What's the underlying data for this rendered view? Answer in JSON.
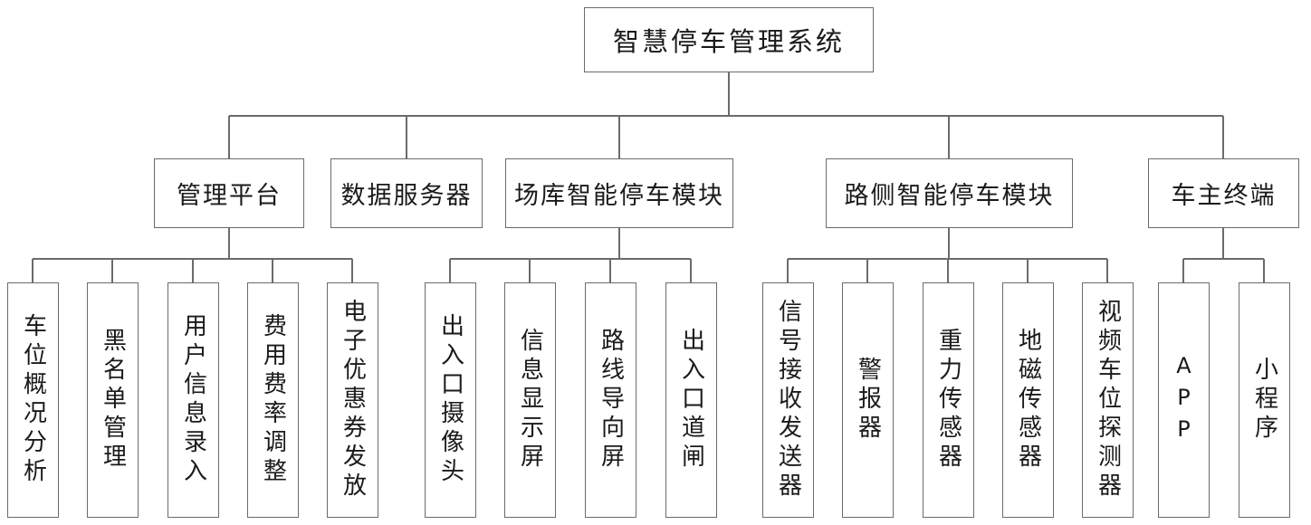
{
  "diagram": {
    "title": "智慧停车管理系统",
    "style": {
      "box_border": "#6b6b6b",
      "line": "#6b6b6b",
      "background": "#ffffff",
      "text": "#1a1a1a"
    },
    "root": {
      "label": "智慧停车管理系统"
    },
    "branches": [
      {
        "label": "管理平台",
        "children": [
          {
            "label": "车位概况分析"
          },
          {
            "label": "黑名单管理"
          },
          {
            "label": "用户信息录入"
          },
          {
            "label": "费用费率调整"
          },
          {
            "label": "电子优惠券发放"
          }
        ]
      },
      {
        "label": "数据服务器",
        "children": []
      },
      {
        "label": "场库智能停车模块",
        "children": [
          {
            "label": "出入口摄像头"
          },
          {
            "label": "信息显示屏"
          },
          {
            "label": "路线导向屏"
          },
          {
            "label": "出入口道闸"
          }
        ]
      },
      {
        "label": "路侧智能停车模块",
        "children": [
          {
            "label": "信号接收发送器"
          },
          {
            "label": "警报器"
          },
          {
            "label": "重力传感器"
          },
          {
            "label": "地磁传感器"
          },
          {
            "label": "视频车位探测器"
          }
        ]
      },
      {
        "label": "车主终端",
        "children": [
          {
            "label": "APP"
          },
          {
            "label": "小程序"
          }
        ]
      }
    ]
  }
}
